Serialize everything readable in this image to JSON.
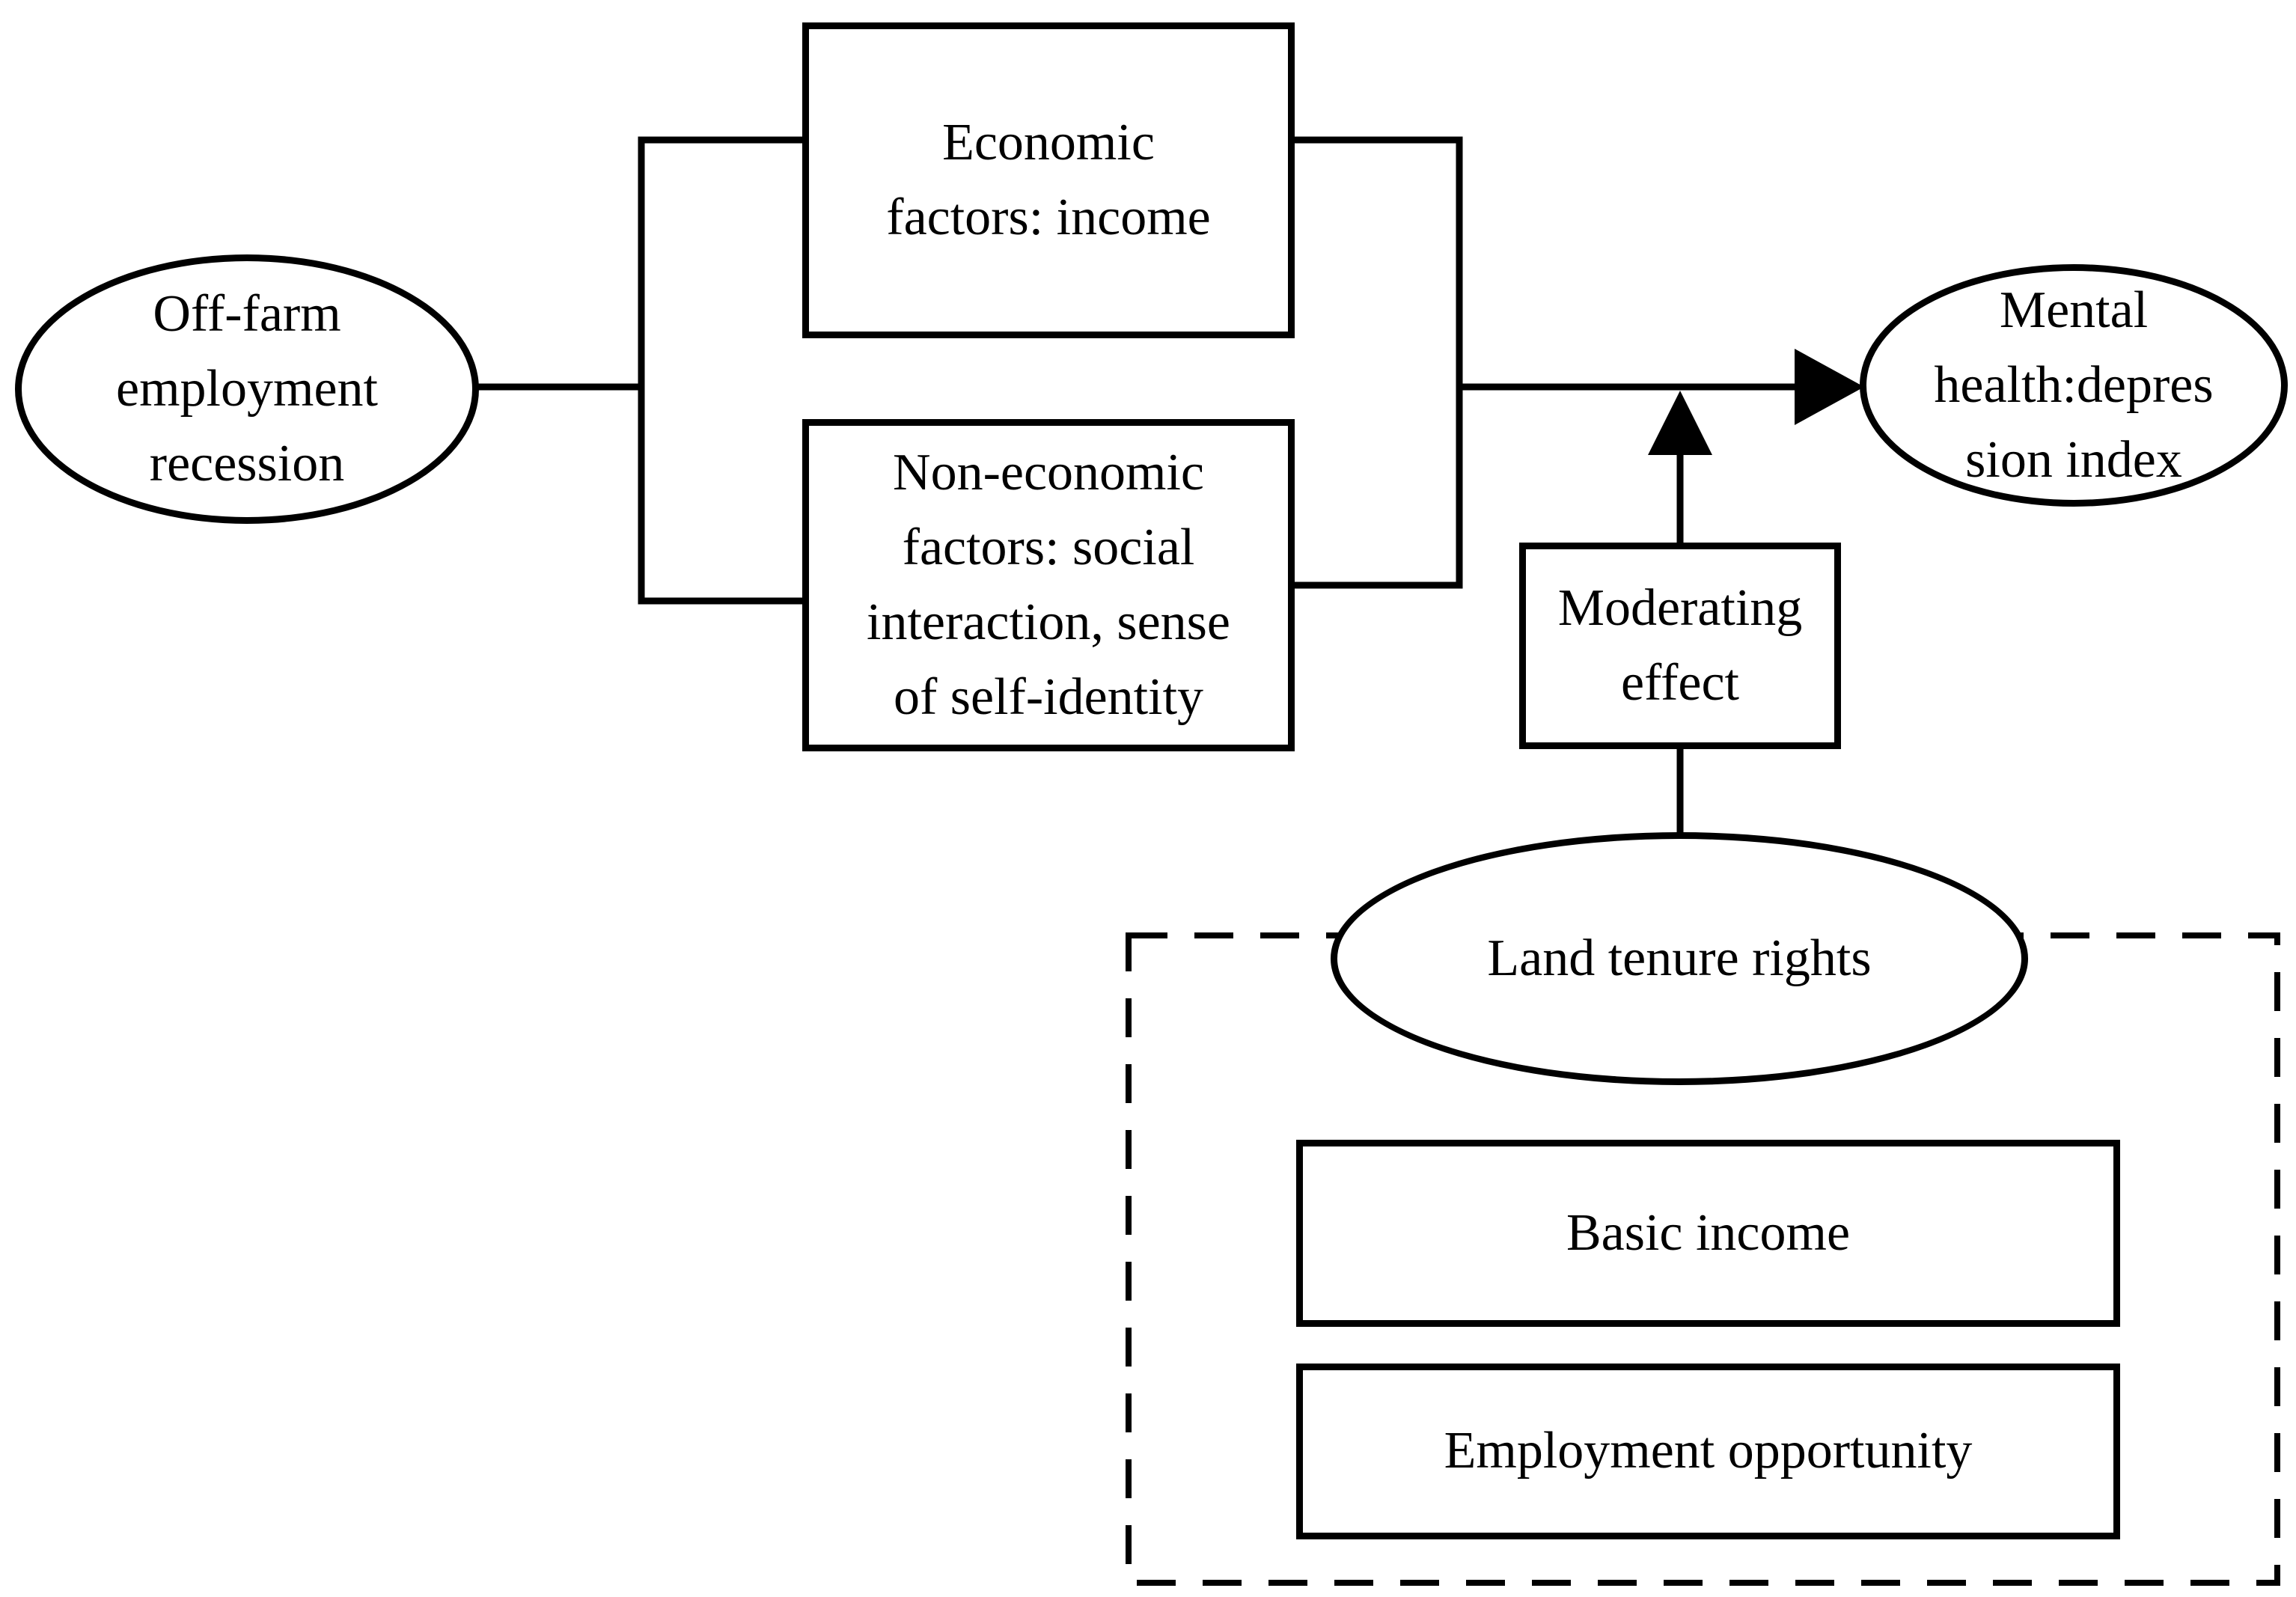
{
  "diagram": {
    "colors": {
      "stroke": "#000000",
      "background": "#ffffff",
      "text": "#000000"
    },
    "nodes": {
      "off_farm": {
        "shape": "ellipse",
        "lines": [
          "Off-farm",
          "employment",
          "recession"
        ]
      },
      "economic": {
        "shape": "rect",
        "lines": [
          "Economic",
          "factors: income"
        ]
      },
      "non_economic": {
        "shape": "rect",
        "lines": [
          "Non-economic",
          "factors: social",
          "interaction, sense",
          "of self-identity"
        ]
      },
      "mental_health": {
        "shape": "ellipse",
        "lines": [
          "Mental",
          "health:depres",
          "sion index"
        ]
      },
      "moderating": {
        "shape": "rect",
        "lines": [
          "Moderating",
          "effect"
        ]
      },
      "land_tenure": {
        "shape": "ellipse",
        "lines": [
          "Land tenure rights"
        ]
      },
      "basic_income": {
        "shape": "rect",
        "lines": [
          "Basic income"
        ]
      },
      "employment_opportunity": {
        "shape": "rect",
        "lines": [
          "Employment opportunity"
        ]
      }
    }
  }
}
